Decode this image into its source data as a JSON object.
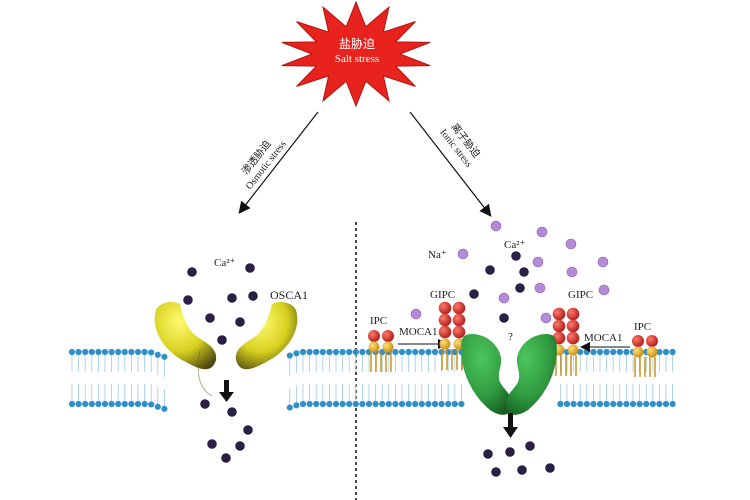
{
  "center": {
    "title_cn": "盐胁迫",
    "title_en": "Salt stress",
    "burst_color": "#e8231d"
  },
  "left_arrow": {
    "label_cn": "渗透胁迫",
    "label_en": "Osmotic stress"
  },
  "right_arrow": {
    "label_cn": "离子胁迫",
    "label_en": "Ionic stress"
  },
  "left_panel": {
    "ion_label": "Ca²⁺",
    "channel_label": "OSCA1",
    "channel_color": "#d8d020"
  },
  "right_panel": {
    "na_label": "Na⁺",
    "ca_label": "Ca²⁺",
    "gipc_left": "GIPC",
    "gipc_right": "GIPC",
    "ipc_left": "IPC",
    "ipc_right": "IPC",
    "moca_left": "MOCA1",
    "moca_right": "MOCA1",
    "unknown_label": "?",
    "channel_color": "#2f9a3f"
  },
  "colors": {
    "lipid_head": "#2f8fc8",
    "ca_ion": "#2a2045",
    "na_ion": "#b58ad6",
    "sphingolipid_red": "#d92b2b",
    "sphingolipid_yellow": "#e8b020"
  }
}
